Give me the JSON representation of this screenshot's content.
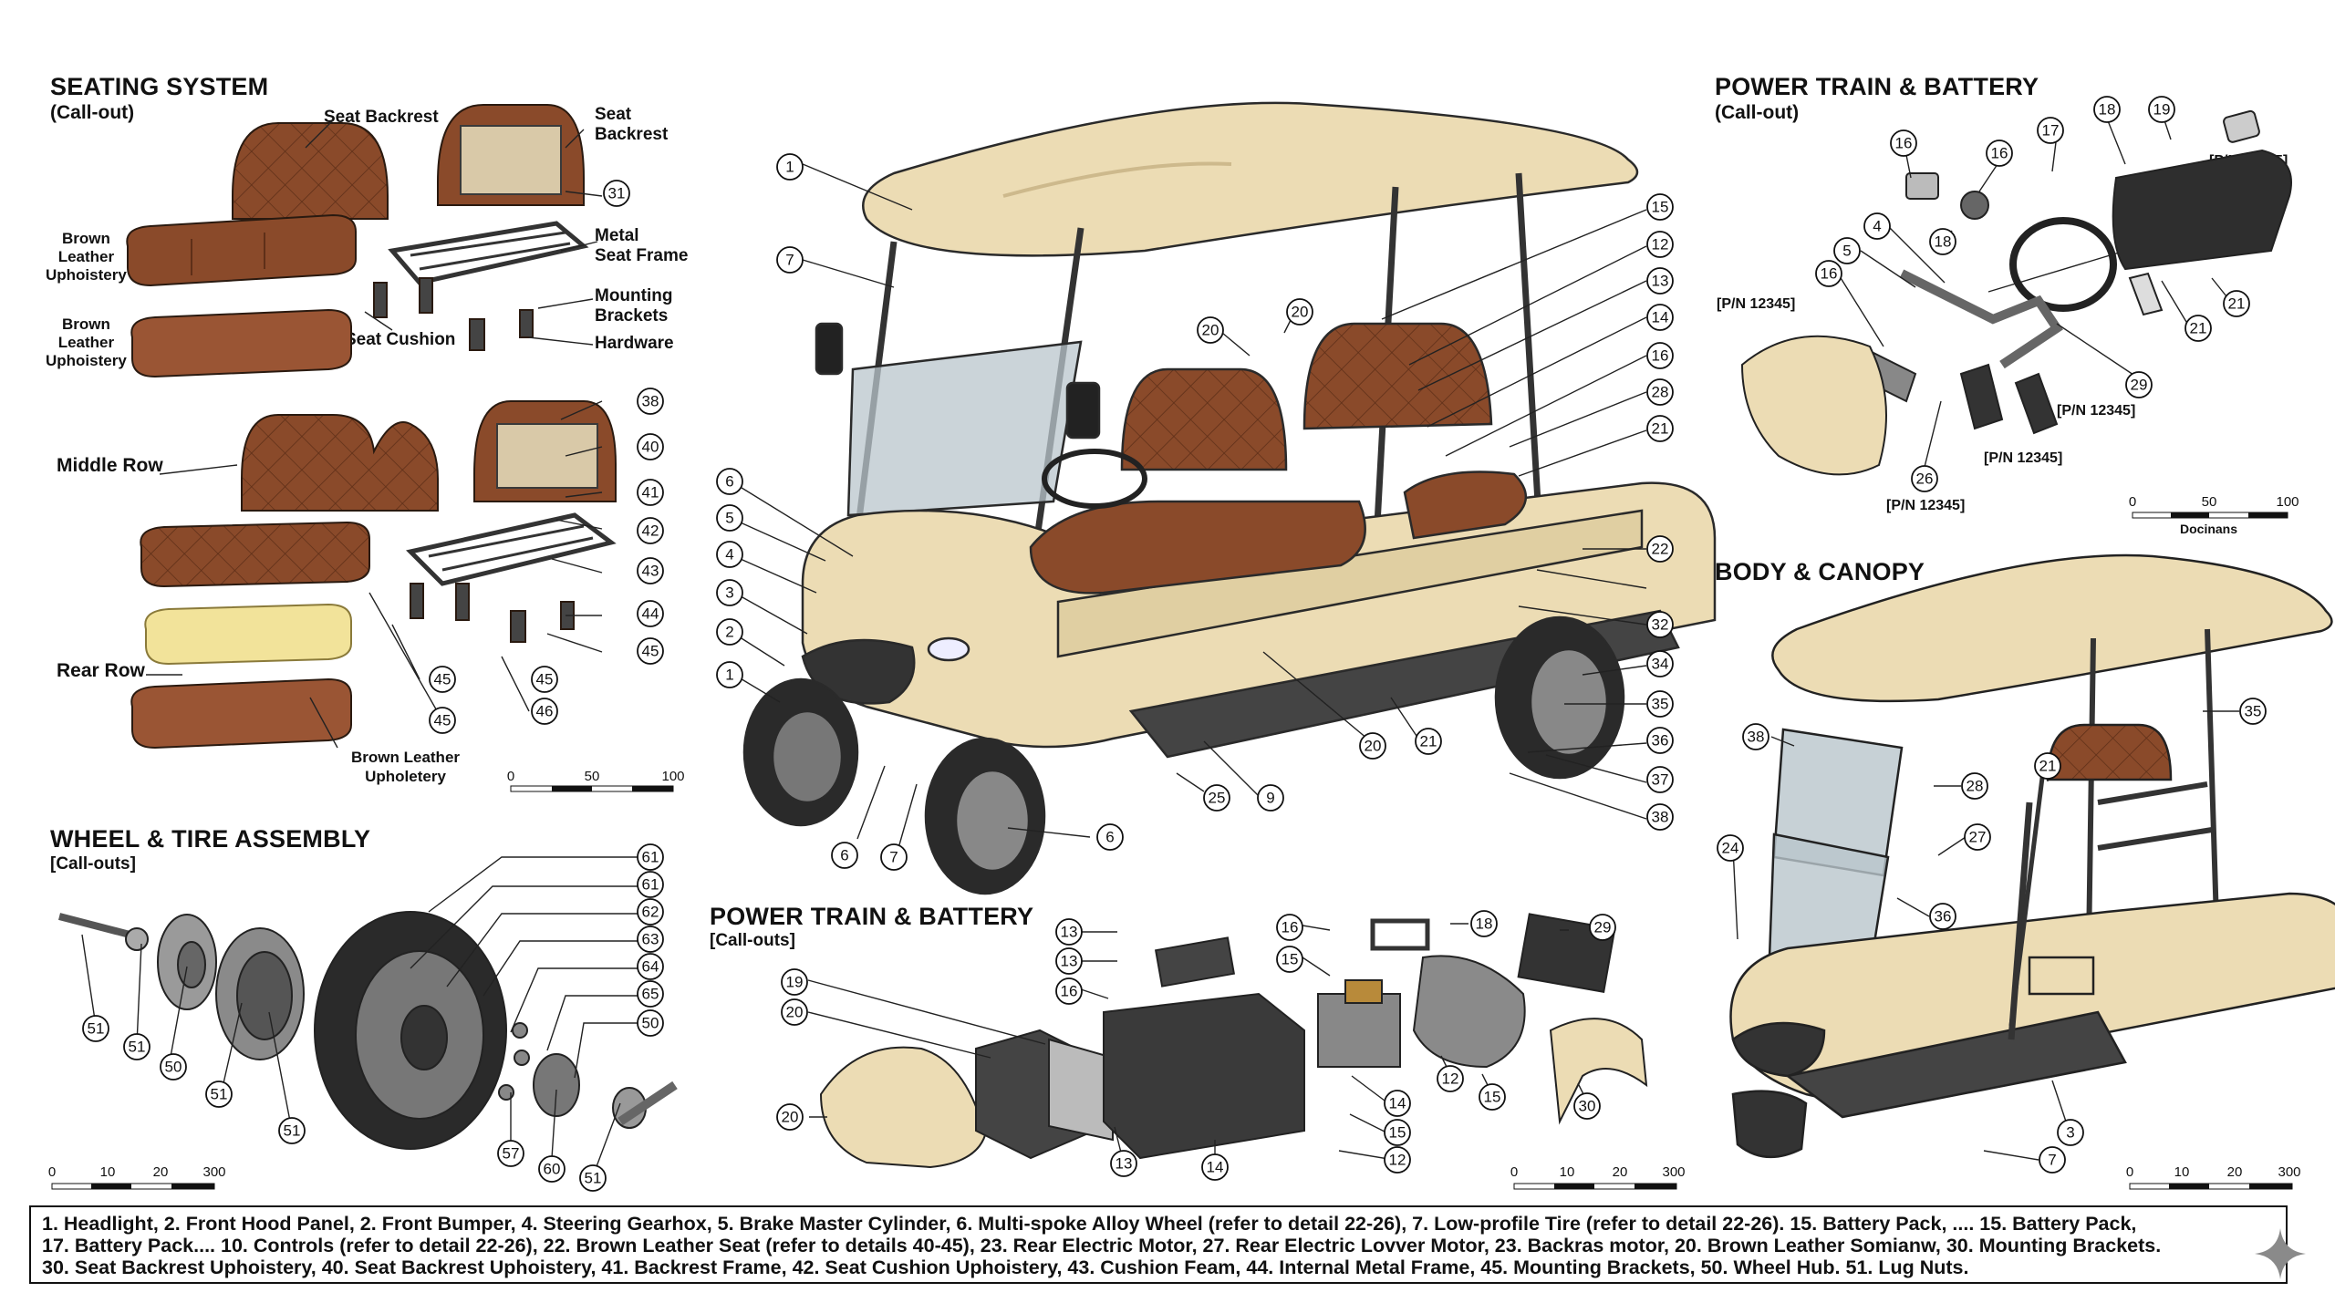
{
  "sections": {
    "seating": {
      "title": "SEATING SYSTEM",
      "subtitle": "(Call-out)"
    },
    "wheel": {
      "title": "WHEEL & TIRE ASSEMBLY",
      "subtitle": "[Call-outs]"
    },
    "powertrain_center": {
      "title": "POWER TRAIN & BATTERY",
      "subtitle": "[Call-outs]"
    },
    "powertrain_right": {
      "title": "POWER TRAIN & BATTERY",
      "subtitle": "(Call-out)"
    },
    "body_canopy": {
      "title": "BODY & CANOPY"
    }
  },
  "labels": {
    "seat_backrest_1": "Seat Backrest",
    "seat_backrest_2": "Seat\nBackrest",
    "brown_leather_1": "Brown\nLeather\nUphoistery",
    "brown_leather_2": "Brown\nLeather\nUphoistery",
    "metal_seat_frame": "Metal\nSeat Frame",
    "mounting_brackets": "Mounting\nBrackets",
    "hardware": "Hardware",
    "seat_cushion": "Seat Cushion",
    "middle_row": "Middle Row",
    "rear_row": "Rear Row",
    "brown_leather_upholetery": "Brown Leather\nUpholetery",
    "pn_1": "[P/N 12345]",
    "pn_2": "[P/N 12345]",
    "pn_3": "[P/N 12345]",
    "pn_4": "[P/N 12345]",
    "pn_5": "[P/N 12345]",
    "docinans": "Docinans"
  },
  "scales": {
    "seating": [
      "0",
      "50",
      "100"
    ],
    "wheel": [
      "0",
      "10",
      "20",
      "300"
    ],
    "powertrain": [
      "0",
      "10",
      "20",
      "300"
    ],
    "powertrain_right": [
      "0",
      "50",
      "100"
    ],
    "body": [
      "0",
      "10",
      "20",
      "300"
    ]
  },
  "callouts": {
    "seating": [
      "31",
      "38",
      "40",
      "41",
      "42",
      "43",
      "44",
      "45",
      "45",
      "45",
      "45",
      "46"
    ],
    "wheel": [
      "61",
      "61",
      "62",
      "63",
      "64",
      "65",
      "50",
      "51",
      "51",
      "50",
      "51",
      "51",
      "57",
      "60",
      "51"
    ],
    "cart": [
      "1",
      "7",
      "6",
      "5",
      "4",
      "3",
      "2",
      "1",
      "6",
      "7",
      "25",
      "9",
      "6",
      "20",
      "20",
      "20",
      "21",
      "15",
      "12",
      "13",
      "14",
      "16",
      "28",
      "21",
      "22",
      "32",
      "34",
      "35",
      "36",
      "37",
      "38"
    ],
    "powertrain_center": [
      "13",
      "13",
      "16",
      "19",
      "20",
      "20",
      "13",
      "14",
      "16",
      "15",
      "18",
      "29",
      "14",
      "15",
      "12",
      "15",
      "12",
      "30"
    ],
    "powertrain_right": [
      "16",
      "16",
      "17",
      "18",
      "19",
      "5",
      "4",
      "18",
      "16",
      "29",
      "26",
      "21",
      "21"
    ],
    "body": [
      "35",
      "38",
      "21",
      "28",
      "27",
      "24",
      "36",
      "3",
      "7"
    ]
  },
  "legend": [
    "1. Headlight, 2. Front Hood Panel, 2. Front Bumper, 4. Steering Gearhox, 5. Brake Master Cylinder, 6. Multi-spoke Alloy Wheel (refer to detail 22-26), 7. Low-profile Tire (refer to detail 22-26). 15. Battery Pack, .... 15. Battery Pack,",
    "17. Battery Pack.... 10. Controls (refer to detail 22-26), 22. Brown Leather Seat (refer to details 40-45), 23. Rear Electric Motor, 27. Rear Electric Lovver Motor, 23. Backras motor, 20. Brown Leather Somianw, 30. Mounting Brackets.",
    "30. Seat Backrest Uphoistery, 40. Seat Backrest Uphoistery, 41. Backrest Frame, 42. Seat Cushion Uphoistery, 43. Cushion Feam, 44. Internal Metal Frame, 45. Mounting Brackets, 50. Wheel Hub. 51. Lug Nuts."
  ],
  "colors": {
    "leather": "#8a4a2a",
    "leather_dark": "#5e2f18",
    "cream": "#ecdcb4",
    "cream_dark": "#cdb98c",
    "frame": "#3a3a3a",
    "tire": "#2a2a2a",
    "glass": "#b9c6cc"
  }
}
